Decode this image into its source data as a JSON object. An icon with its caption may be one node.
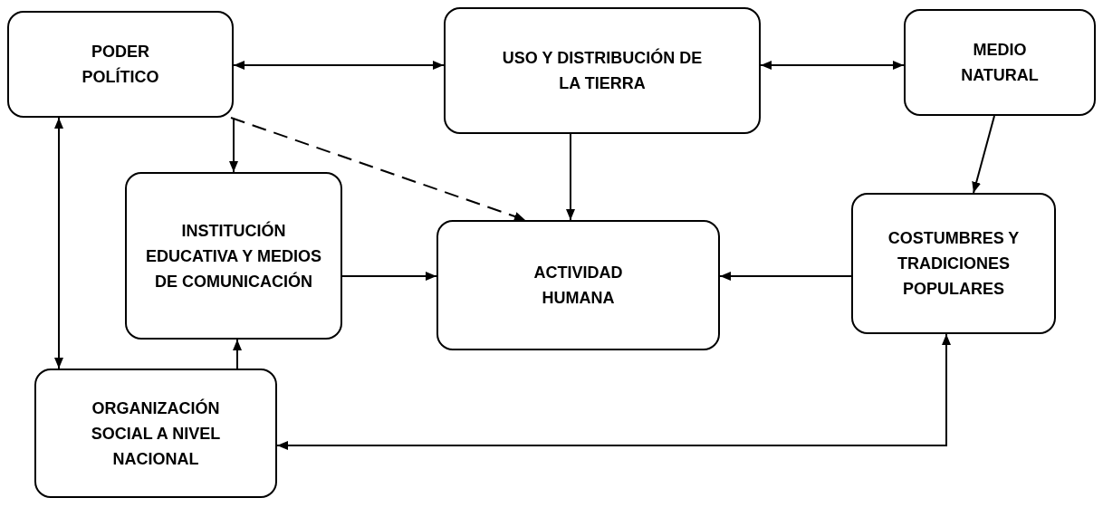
{
  "diagram": {
    "nodes": [
      {
        "text": [
          "PODER POLÍTICO"
        ]
      },
      {
        "text": [
          "USO Y DISTRIBUCIÓN DE LA TIERRA"
        ]
      },
      {
        "text": [
          "MEDIO NATURAL"
        ]
      },
      {
        "text": [
          "INSTITUCIÓN EDUCATIVA Y MEDIOS DE COMUNICACIÓN"
        ]
      },
      {
        "text": [
          "ACTIVIDAD HUMANA"
        ]
      },
      {
        "text": [
          "COSTUMBRES Y TRADICIONES POPULARES"
        ]
      },
      {
        "text": [
          "ORGANIZACIÓN SOCIAL A NIVEL NACIONAL"
        ]
      }
    ],
    "edges": [
      {
        "from": 0,
        "to": 1,
        "arrow": "both"
      },
      {
        "from": 1,
        "to": 2,
        "arrow": "both"
      },
      {
        "from": 0,
        "to": 3,
        "arrow": "to"
      },
      {
        "from": 0,
        "to": 4,
        "arrow": "to",
        "style": "dashed"
      },
      {
        "from": 1,
        "to": 4,
        "arrow": "to"
      },
      {
        "from": 2,
        "to": 5,
        "arrow": "to"
      },
      {
        "from": 3,
        "to": 4,
        "arrow": "to"
      },
      {
        "from": 5,
        "to": 4,
        "arrow": "to"
      },
      {
        "from": 0,
        "to": 6,
        "arrow": "both"
      },
      {
        "from": 6,
        "to": 3,
        "arrow": "to"
      },
      {
        "from": 5,
        "to": 6,
        "arrow": "both"
      }
    ]
  }
}
